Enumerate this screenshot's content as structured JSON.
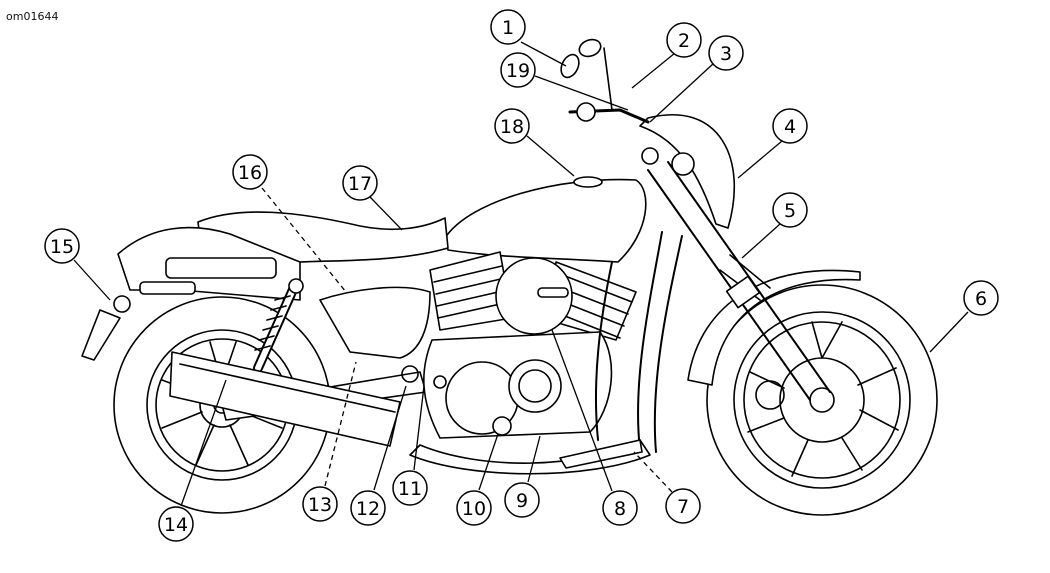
{
  "figure_id": "om01644",
  "callouts": [
    {
      "label": "1"
    },
    {
      "label": "2"
    },
    {
      "label": "3"
    },
    {
      "label": "4"
    },
    {
      "label": "5"
    },
    {
      "label": "6"
    },
    {
      "label": "7"
    },
    {
      "label": "8"
    },
    {
      "label": "9"
    },
    {
      "label": "10"
    },
    {
      "label": "11"
    },
    {
      "label": "12"
    },
    {
      "label": "13"
    },
    {
      "label": "14"
    },
    {
      "label": "15"
    },
    {
      "label": "16"
    },
    {
      "label": "17"
    },
    {
      "label": "18"
    },
    {
      "label": "19"
    }
  ]
}
